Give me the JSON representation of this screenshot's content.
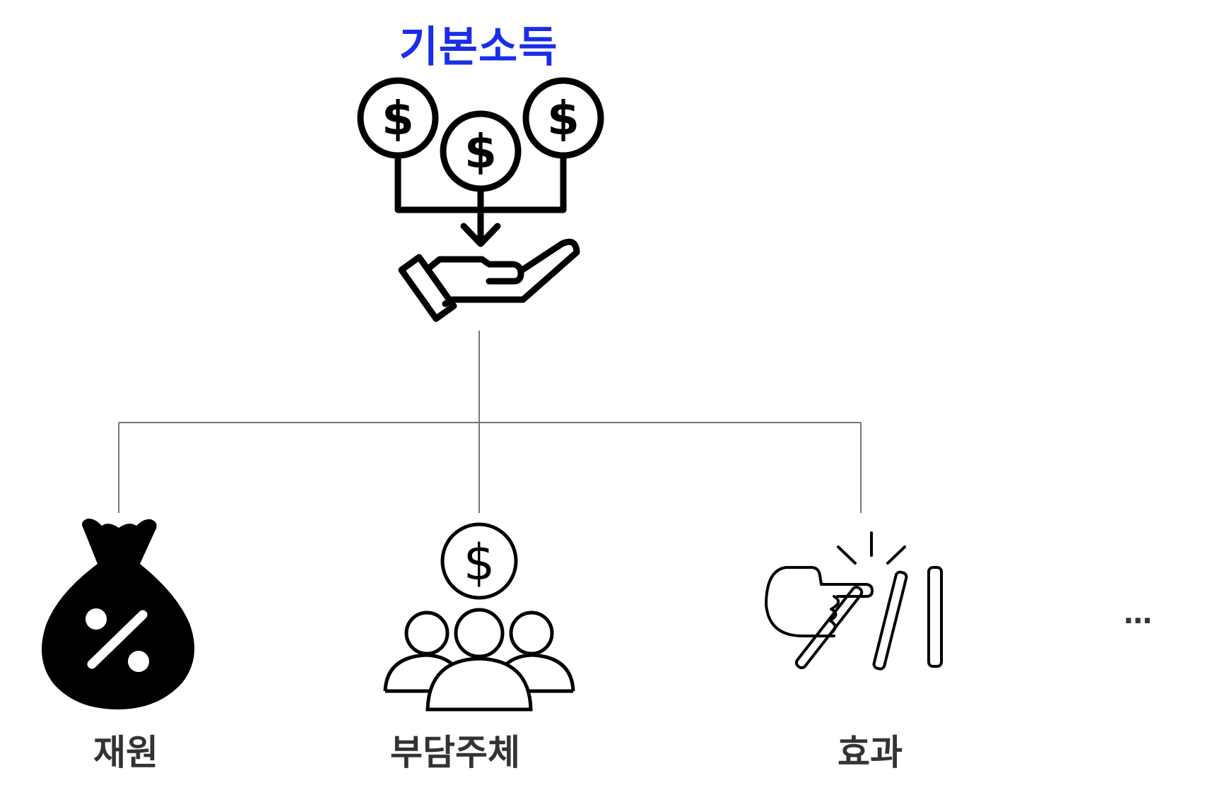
{
  "title": "기본소득",
  "categories": [
    {
      "label": "재원",
      "icon": "money-bag-percent-icon"
    },
    {
      "label": "부담주체",
      "icon": "people-dollar-icon"
    },
    {
      "label": "효과",
      "icon": "domino-effect-icon"
    }
  ],
  "more": "…",
  "colors": {
    "title": "#1a2ee8",
    "label": "#333333",
    "connector": "#777777",
    "icon": "#000000"
  }
}
